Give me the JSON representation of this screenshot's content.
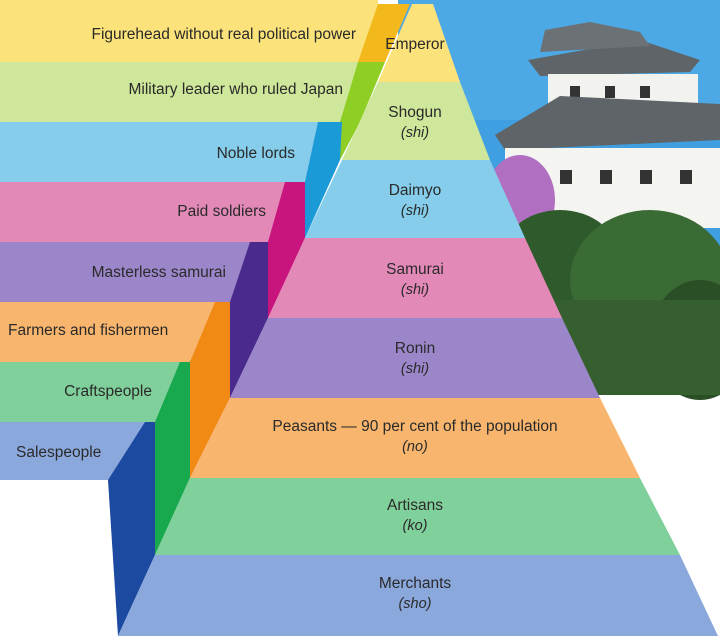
{
  "colors": {
    "yellow": "#fbe27a",
    "lime": "#cfe79a",
    "sky": "#85cdea",
    "pink": "#e389b8",
    "purple": "#9a86c9",
    "orange": "#f8b56d",
    "green": "#80d09b",
    "blue": "#8aa8dc"
  },
  "tiers": [
    {
      "name": "Emperor",
      "kana": ""
    },
    {
      "name": "Shogun",
      "kana": "(shi)"
    },
    {
      "name": "Daimyo",
      "kana": "(shi)"
    },
    {
      "name": "Samurai",
      "kana": "(shi)"
    },
    {
      "name": "Ronin",
      "kana": "(shi)"
    },
    {
      "name": "Peasants — 90 per cent of the population",
      "kana": "(no)"
    },
    {
      "name": "Artisans",
      "kana": "(ko)"
    },
    {
      "name": "Merchants",
      "kana": "(sho)"
    }
  ],
  "descriptions": [
    "Figurehead without real political power",
    "Military leader who ruled Japan",
    "Noble lords",
    "Paid soldiers",
    "Masterless samurai",
    "Farmers and fishermen",
    "Craftspeople",
    "Salespeople"
  ]
}
